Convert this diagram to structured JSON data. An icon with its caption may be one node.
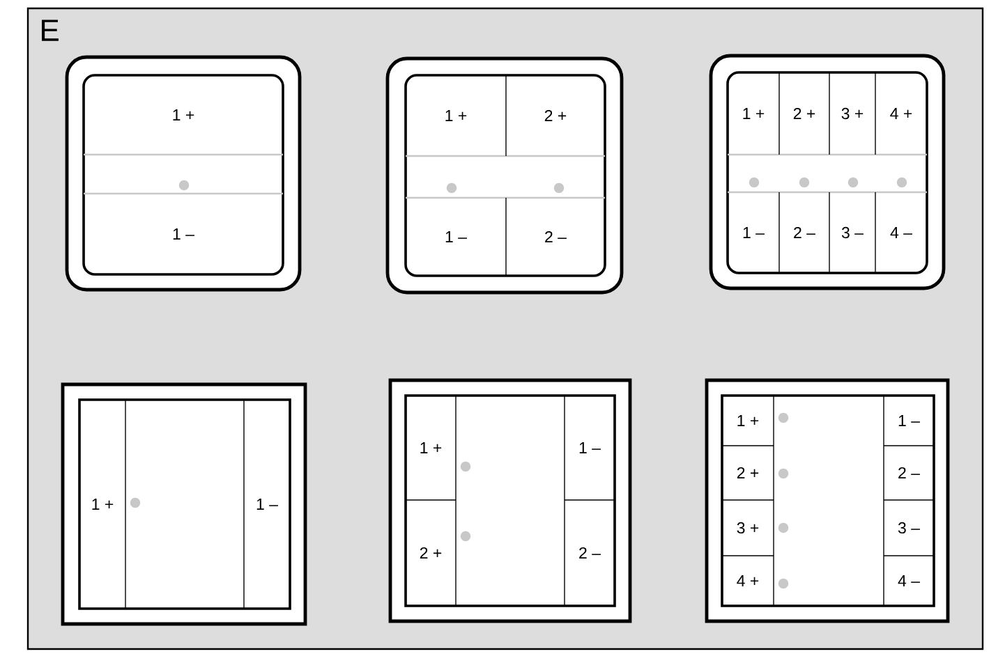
{
  "diagram": {
    "nodes": [
      {
        "text": [],
        "shape": "box"
      },
      {
        "text": [
          "1 +"
        ],
        "in": 0
      },
      {
        "text": [
          "1 –"
        ],
        "in": 0
      },
      {
        "text": [],
        "shape": "box"
      },
      {
        "text": [
          "1 +"
        ],
        "in": 3
      },
      {
        "text": [
          "2 +"
        ],
        "in": 3
      },
      {
        "text": [
          "1 –"
        ],
        "in": 3
      },
      {
        "text": [
          "2 –"
        ],
        "in": 3
      },
      {
        "text": [],
        "shape": "box"
      },
      {
        "text": [
          "1 +"
        ],
        "in": 8
      },
      {
        "text": [
          "2 +"
        ],
        "in": 8
      },
      {
        "text": [
          "3 +"
        ],
        "in": 8
      },
      {
        "text": [
          "4 +"
        ],
        "in": 8
      },
      {
        "text": [
          "1 –"
        ],
        "in": 8
      },
      {
        "text": [
          "2 –"
        ],
        "in": 8
      },
      {
        "text": [
          "3 –"
        ],
        "in": 8
      },
      {
        "text": [
          "4 –"
        ],
        "in": 8
      },
      {
        "text": [],
        "shape": "box"
      },
      {
        "text": [
          "1 +"
        ],
        "in": 17
      },
      {
        "text": [
          "1 –"
        ],
        "in": 17
      },
      {
        "text": [],
        "shape": "box"
      },
      {
        "text": [
          "1 +"
        ],
        "in": 20
      },
      {
        "text": [
          "1 –"
        ],
        "in": 20
      },
      {
        "text": [
          "2 +"
        ],
        "in": 20
      },
      {
        "text": [
          "2 –"
        ],
        "in": 20
      },
      {
        "text": [],
        "shape": "box"
      },
      {
        "text": [
          "1 +"
        ],
        "in": 25
      },
      {
        "text": [
          "1 –"
        ],
        "in": 25
      },
      {
        "text": [
          "2 +"
        ],
        "in": 25
      },
      {
        "text": [
          "2 –"
        ],
        "in": 25
      },
      {
        "text": [
          "3 +"
        ],
        "in": 25
      },
      {
        "text": [
          "3 –"
        ],
        "in": 25
      },
      {
        "text": [
          "4 +"
        ],
        "in": 25
      },
      {
        "text": [
          "4 –"
        ],
        "in": 25
      }
    ],
    "labels": [
      "E"
    ]
  }
}
